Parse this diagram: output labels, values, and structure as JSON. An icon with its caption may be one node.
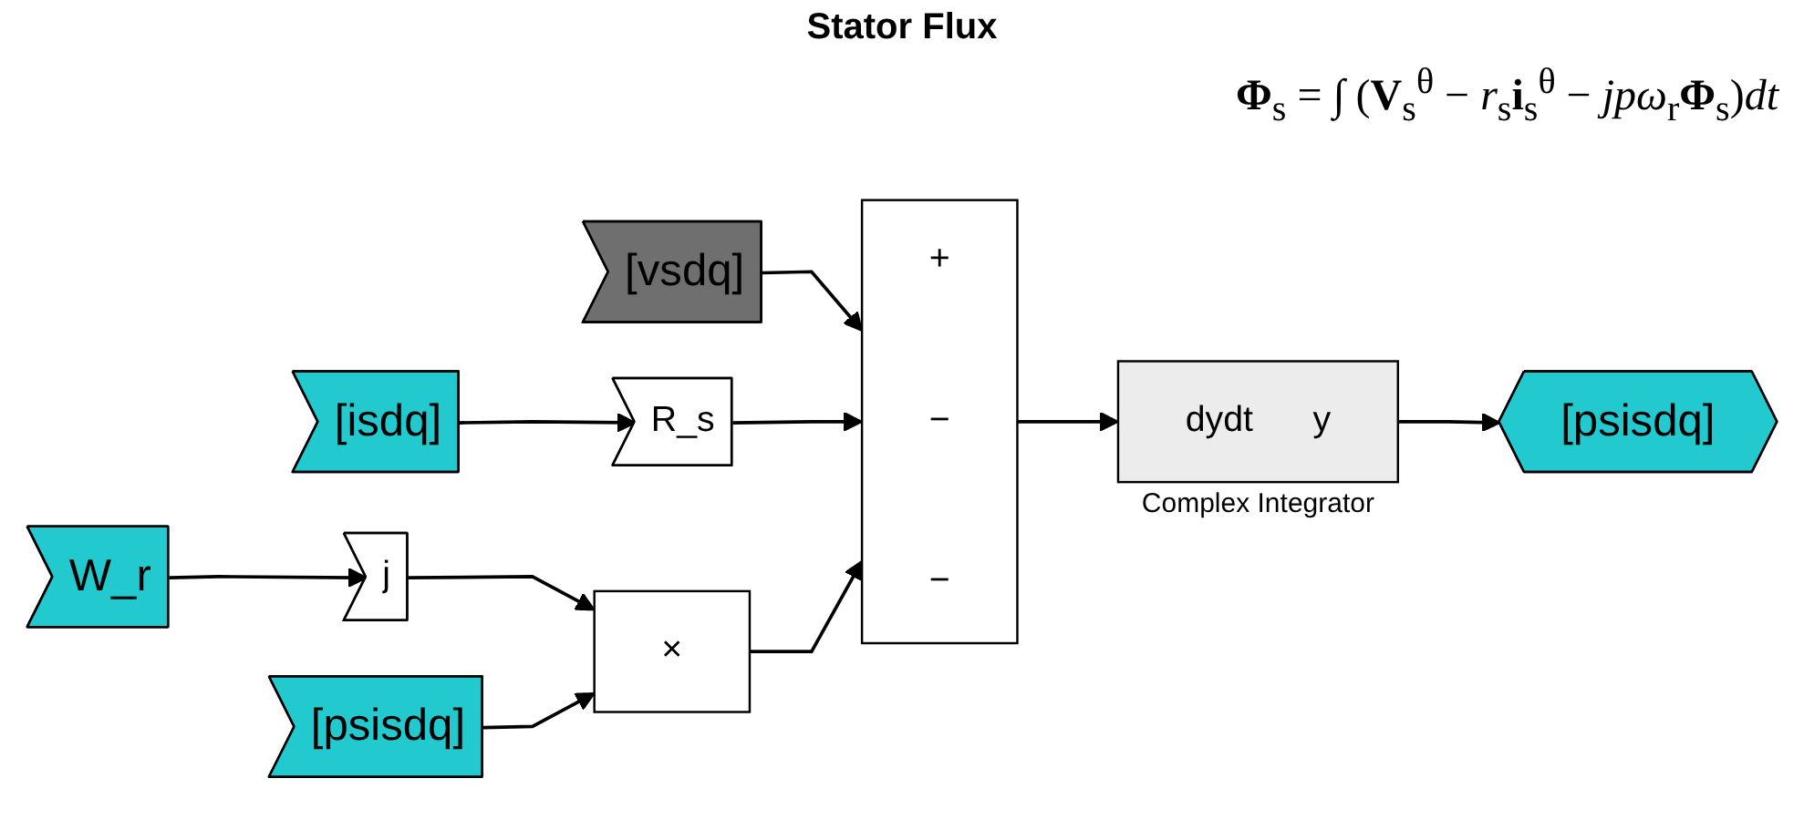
{
  "diagram": {
    "title": "Stator Flux",
    "nodes": [
      {
        "text": [
          "[vsdq]"
        ]
      },
      {
        "text": [
          "[isdq]"
        ]
      },
      {
        "text": [
          "R_s"
        ]
      },
      {
        "text": [
          "W_r"
        ]
      },
      {
        "text": [
          "j"
        ]
      },
      {
        "text": [
          "[psisdq]"
        ]
      },
      {
        "text": [
          "×"
        ]
      },
      {
        "text": [
          "+",
          "−",
          "−"
        ]
      },
      {
        "text": [
          "dydt",
          "y"
        ],
        "beside": [
          "Complex Integrator"
        ]
      },
      {
        "text": [
          "[psisdq]"
        ]
      }
    ],
    "edges": [
      {
        "from": 0,
        "to": 7,
        "arrow": "to"
      },
      {
        "from": 1,
        "to": 2,
        "arrow": "to"
      },
      {
        "from": 2,
        "to": 7,
        "arrow": "to"
      },
      {
        "from": 3,
        "to": 4,
        "arrow": "to"
      },
      {
        "from": 4,
        "to": 6,
        "arrow": "to"
      },
      {
        "from": 5,
        "to": 6,
        "arrow": "to"
      },
      {
        "from": 6,
        "to": 7,
        "arrow": "to"
      },
      {
        "from": 7,
        "to": 8,
        "arrow": "to"
      },
      {
        "from": 8,
        "to": 9,
        "arrow": "to"
      }
    ],
    "labels": [
      "**Φ**$_{s}$ = ∫ (**V**$_{s}$$^{θ}$ − *r*$_{s}$**i**$_{s}$$^{θ}$ − *jpω*$_{r}$**Φ**$_{s}$)*dt*"
    ]
  }
}
